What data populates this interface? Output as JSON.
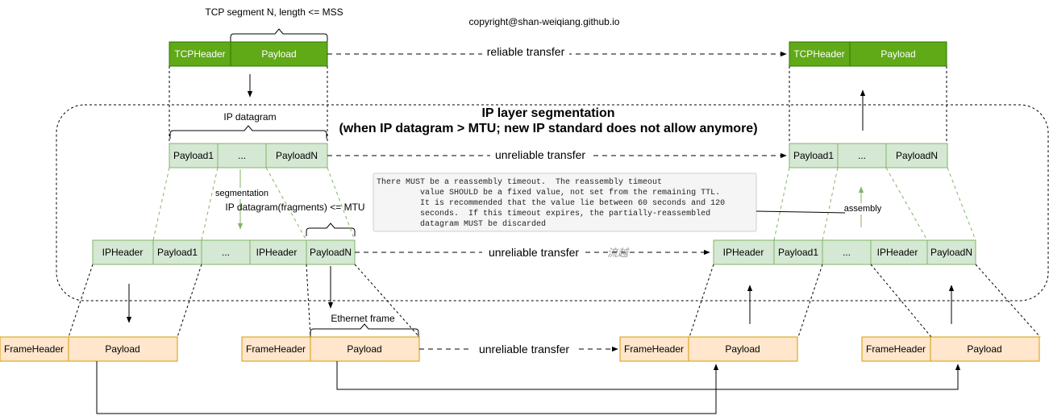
{
  "labels": {
    "tcp_header": "TCPHeader",
    "payload": "Payload",
    "payload1": "Payload1",
    "payload_n": "PayloadN",
    "ellipsis": "...",
    "ip_header": "IPHeader",
    "frame_header": "FrameHeader"
  },
  "text": {
    "tcp_segment": "TCP segment N, length <= MSS",
    "copyright": "copyright@shan-weiqiang.github.io",
    "reliable_transfer": "reliable transfer",
    "unreliable_transfer": "unreliable transfer",
    "ip_datagram": "IP datagram",
    "ip_layer_title": "IP layer segmentation",
    "ip_layer_subtitle": "(when IP datagram > MTU; new IP standard does not allow anymore)",
    "segmentation": "segmentation",
    "ip_fragments": "IP datagram(fragments) <= MTU",
    "ethernet_frame": "Ethernet frame",
    "assembly": "assembly",
    "watermark": "流越"
  },
  "note": {
    "lines": [
      "There MUST be a reassembly timeout.  The reassembly timeout",
      "         value SHOULD be a fixed value, not set from the remaining TTL.",
      "         It is recommended that the value lie between 60 seconds and 120",
      "         seconds.  If this timeout expires, the partially-reassembled",
      "         datagram MUST be discarded"
    ]
  },
  "colors": {
    "tcp_fill": "#60a917",
    "ip_fill": "#d5e8d4",
    "frame_fill": "#ffe6cc"
  }
}
